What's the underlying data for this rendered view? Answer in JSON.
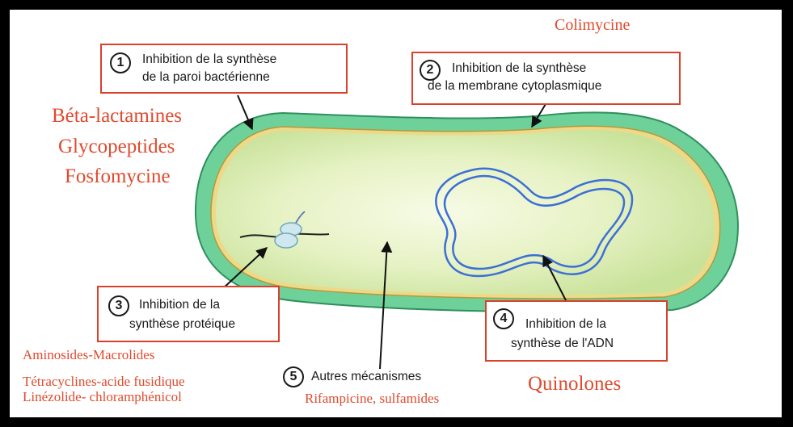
{
  "boxes": [
    {
      "number": "1",
      "line1": "Inhibition de la synthèse",
      "line2": "de la paroi bactérienne"
    },
    {
      "number": "2",
      "line1": "Inhibition de la synthèse",
      "line2": "de la membrane cytoplasmique"
    },
    {
      "number": "3",
      "line1": "Inhibition de la",
      "line2": "synthèse protéique"
    },
    {
      "number": "4",
      "line1": "Inhibition de la",
      "line2": "synthèse de l'ADN"
    }
  ],
  "other": {
    "number": "5",
    "label": "Autres mécanismes"
  },
  "drugs": {
    "colimycine": "Colimycine",
    "wall": [
      "Béta-lactamines",
      "Glycopeptides",
      "Fosfomycine"
    ],
    "protein": [
      "Aminosides-Macrolides",
      "Tétracyclines-acide fusidique",
      "Linézolide- chloramphénicol"
    ],
    "dna": "Quinolones",
    "other": "Rifampicine, sulfamides"
  },
  "colors": {
    "box_border": "#d9412b",
    "drug_text": "#e04a2e",
    "cell_wall": "#6fd19a",
    "cytoplasm": "#d9ecaa",
    "dna": "#3d6fd6",
    "background": "#ffffff",
    "frame": "#000000"
  }
}
